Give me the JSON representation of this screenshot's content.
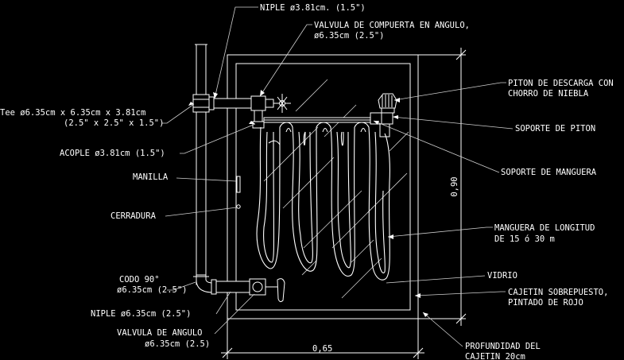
{
  "colors": {
    "background": "#000000",
    "lines": "#ffffff"
  },
  "labels": {
    "niple_top": "NIPLE ø3.81cm. (1.5\")",
    "valvula_compuerta_1": "VALVULA DE COMPUERTA EN ANGULO,",
    "valvula_compuerta_2": "ø6.35cm (2.5\")",
    "tee_1": "Tee ø6.35cm x 6.35cm x 3.81cm",
    "tee_2": "(2.5\" x 2.5\" x 1.5\")",
    "acople": "ACOPLE ø3.81cm (1.5\")",
    "manilla": "MANILLA",
    "cerradura": "CERRADURA",
    "codo_1": "CODO 90°",
    "codo_2": "ø6.35cm (2.5\")",
    "niple_bottom": "NIPLE ø6.35cm (2.5\")",
    "valvula_angulo_1": "VALVULA DE ANGULO",
    "valvula_angulo_2": "ø6.35cm (2.5)",
    "piton_1": "PITON DE DESCARGA CON",
    "piton_2": "CHORRO DE NIEBLA",
    "soporte_piton": "SOPORTE DE PITON",
    "soporte_manguera": "SOPORTE DE MANGUERA",
    "manguera_1": "MANGUERA DE LONGITUD",
    "manguera_2": "DE 15 ó 30 m",
    "vidrio": "VIDRIO",
    "cajetin_1": "CAJETIN SOBREPUESTO,",
    "cajetin_2": "PINTADO DE ROJO",
    "profundidad_1": "PROFUNDIDAD DEL",
    "profundidad_2": "CAJETIN 20cm"
  },
  "dimensions": {
    "height": "0,90",
    "width": "0,65"
  }
}
